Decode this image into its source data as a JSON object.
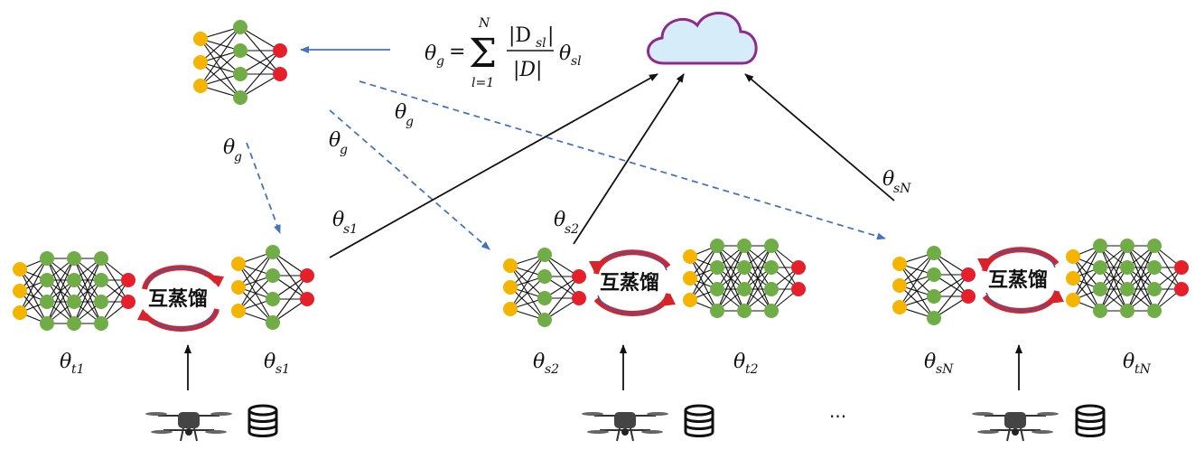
{
  "formula": {
    "lhs": "θ",
    "lhs_sub": "g",
    "eq": "=",
    "sum_top": "N",
    "sum_bottom": "l=1",
    "numerator": "|D",
    "numerator_sub": "sl",
    "numerator_close": "|",
    "denominator": "|D|",
    "rhs": "θ",
    "rhs_sub": "sl"
  },
  "arrow_labels": {
    "g_left": {
      "base": "θ",
      "sub": "g"
    },
    "g_mid": {
      "base": "θ",
      "sub": "g"
    },
    "g_right": {
      "base": "θ",
      "sub": "g"
    },
    "up_1": {
      "base": "θ",
      "sub": "s1"
    },
    "up_2": {
      "base": "θ",
      "sub": "s2"
    },
    "up_N": {
      "base": "θ",
      "sub": "sN"
    }
  },
  "clients": [
    {
      "distill_label": "互蒸馏",
      "teacher": {
        "base": "θ",
        "sub": "t1"
      },
      "student": {
        "base": "θ",
        "sub": "s1"
      }
    },
    {
      "distill_label": "互蒸馏",
      "student": {
        "base": "θ",
        "sub": "s2"
      },
      "teacher": {
        "base": "θ",
        "sub": "t2"
      }
    },
    {
      "distill_label": "互蒸馏",
      "student": {
        "base": "θ",
        "sub": "sN"
      },
      "teacher": {
        "base": "θ",
        "sub": "tN"
      }
    }
  ],
  "ellipsis": "···",
  "colors": {
    "input_node": "#F5B400",
    "hidden_node": "#70AD47",
    "output_node": "#E5202B",
    "cloud_fill": "#D6ECF8",
    "cloud_stroke": "#8E2A8E",
    "dashed_arrow": "#4472C4",
    "solid_arrow": "#111111",
    "cycle_arrow_red": "#D8232A",
    "cycle_arrow_blue": "#3D5BA8"
  },
  "icons": [
    "cloud-icon",
    "drone-icon",
    "database-icon"
  ]
}
